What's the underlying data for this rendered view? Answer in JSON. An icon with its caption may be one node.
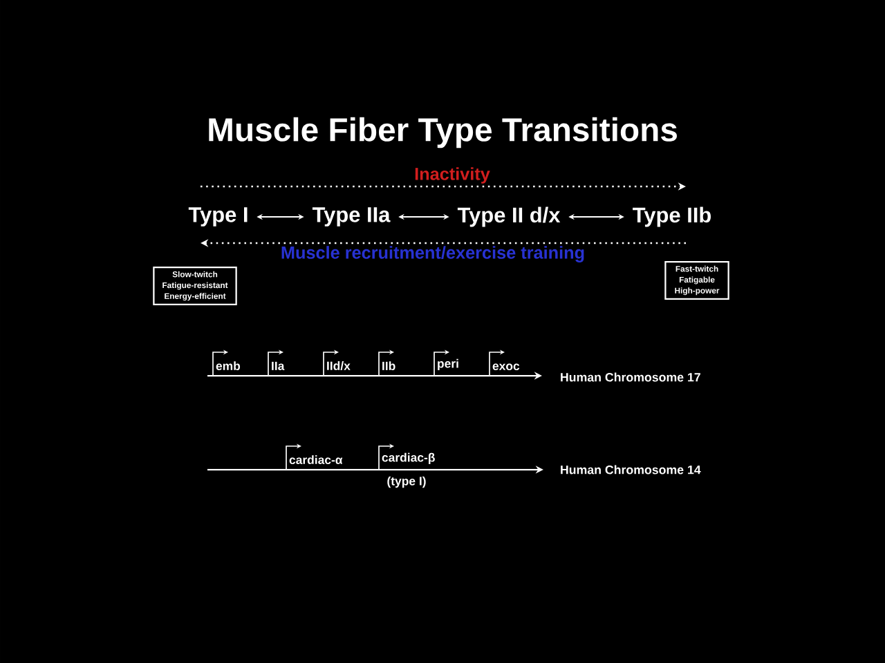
{
  "diagram": {
    "title": "Muscle Fiber Type Transitions",
    "nodes": [
      {
        "text": [
          "Type I"
        ]
      },
      {
        "text": [
          "Type IIa"
        ]
      },
      {
        "text": [
          "Type II d/x"
        ]
      },
      {
        "text": [
          "Type IIb"
        ]
      },
      {
        "text": [
          "Slow-twitch Fatigue-resistant Energy-efficient"
        ]
      },
      {
        "text": [
          "Fast-twitch Fatigable High-power"
        ]
      }
    ],
    "edges": [
      {
        "from": 0,
        "to": 1,
        "arrow": "both"
      },
      {
        "from": 1,
        "to": 2,
        "arrow": "both"
      },
      {
        "from": 2,
        "to": 3,
        "arrow": "both"
      },
      {
        "from": 0,
        "to": 3,
        "arrow": "to",
        "style": "dashed",
        "label": "Inactivity"
      },
      {
        "from": 3,
        "to": 0,
        "arrow": "to",
        "style": "dashed",
        "label": "Muscle recruitment/exercise training"
      }
    ],
    "labels": [
      "emb",
      "IIa",
      "IId/x",
      "IIb",
      "peri",
      "exoc",
      "Human Chromosome 17",
      "cardiac-α",
      "cardiac-β",
      "(type I)",
      "Human Chromosome 14"
    ]
  }
}
